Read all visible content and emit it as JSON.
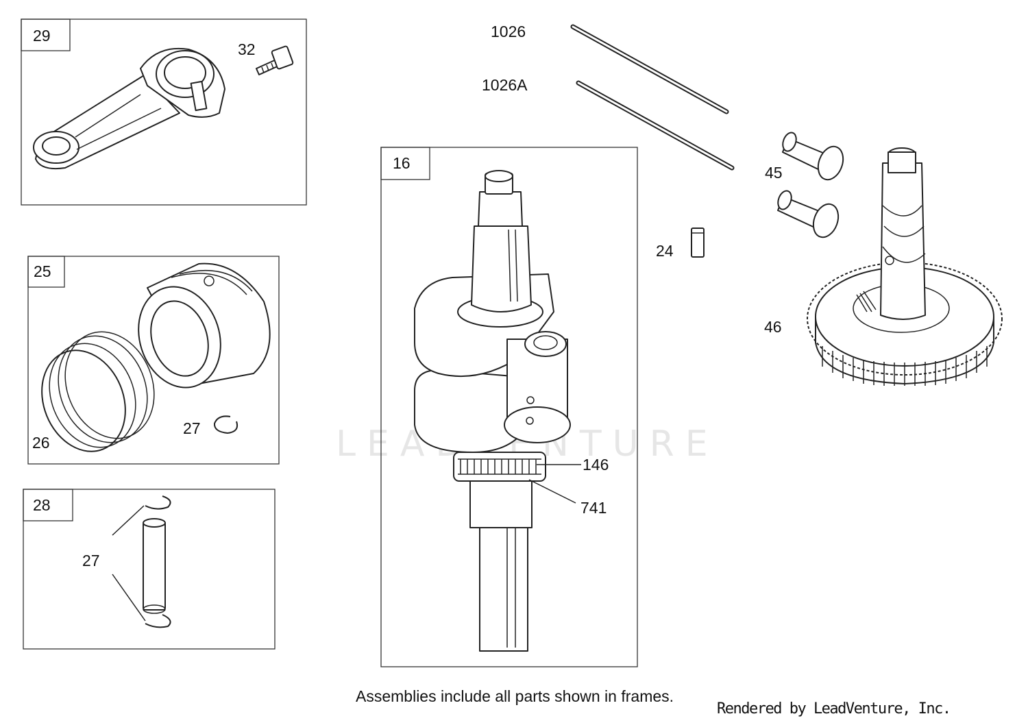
{
  "diagram": {
    "frames": [
      {
        "id": "frame-29",
        "label": "29"
      },
      {
        "id": "frame-25",
        "label": "25"
      },
      {
        "id": "frame-28",
        "label": "28"
      },
      {
        "id": "frame-16",
        "label": "16"
      }
    ],
    "callouts": [
      {
        "id": "callout-32",
        "label": "32"
      },
      {
        "id": "callout-1026",
        "label": "1026"
      },
      {
        "id": "callout-1026a",
        "label": "1026A"
      },
      {
        "id": "callout-45",
        "label": "45"
      },
      {
        "id": "callout-24",
        "label": "24"
      },
      {
        "id": "callout-46",
        "label": "46"
      },
      {
        "id": "callout-27a",
        "label": "27"
      },
      {
        "id": "callout-26",
        "label": "26"
      },
      {
        "id": "callout-27b",
        "label": "27"
      },
      {
        "id": "callout-146",
        "label": "146"
      },
      {
        "id": "callout-741",
        "label": "741"
      }
    ],
    "watermark": "LEADVENTURE",
    "note": "Assemblies include all parts shown in frames.",
    "credit": "Rendered by LeadVenture, Inc."
  }
}
